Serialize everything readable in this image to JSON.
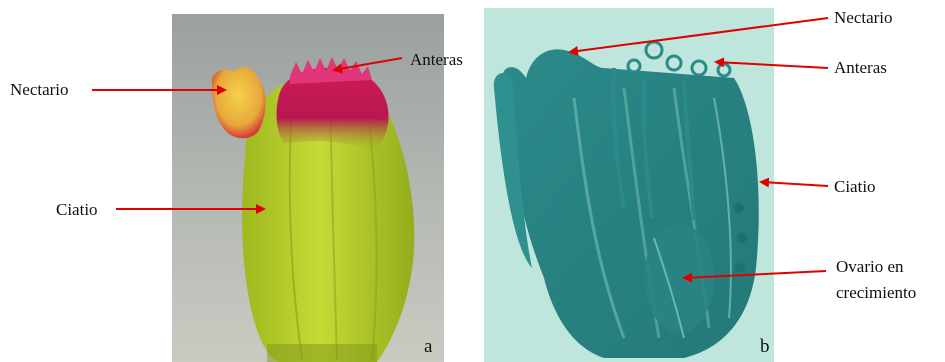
{
  "panels": {
    "a": {
      "letter": "a",
      "labels": {
        "nectary": "Nectario",
        "anthers": "Anteras",
        "cyathium": "Ciatio"
      }
    },
    "b": {
      "letter": "b",
      "labels": {
        "nectary": "Nectario",
        "anthers": "Anteras",
        "cyathium": "Ciatio",
        "ovary_line1": "Ovario en",
        "ovary_line2": "crecimiento"
      }
    }
  },
  "colors": {
    "arrow": "#e00000",
    "stain": "#2f8c8c",
    "background_b": "#bfe6dc",
    "bud_green": "#b8cf2a",
    "bud_magenta": "#c81850"
  }
}
